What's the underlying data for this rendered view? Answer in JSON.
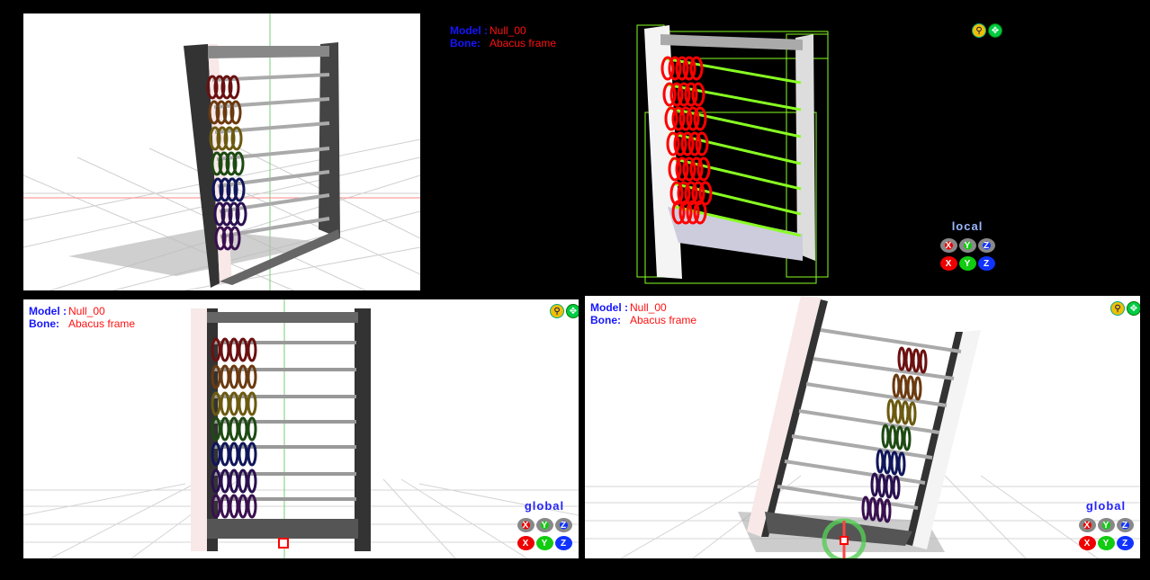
{
  "viewports": {
    "top_right": {
      "model_label": "Model :",
      "model_value": "Null_00",
      "bone_label": "Bone:",
      "bone_value": "Abacus frame",
      "mode": "local"
    },
    "bottom_left": {
      "model_label": "Model :",
      "model_value": "Null_00",
      "bone_label": "Bone:",
      "bone_value": "Abacus frame",
      "mode": "global"
    },
    "bottom_right": {
      "model_label": "Model :",
      "model_value": "Null_00",
      "bone_label": "Bone:",
      "bone_value": "Abacus frame",
      "mode": "global"
    }
  },
  "axis_labels": {
    "x": "X",
    "y": "Y",
    "z": "Z"
  },
  "icons": {
    "zoom": "magnifier-icon",
    "move": "move-arrows-icon"
  },
  "bead_colors": [
    "#6b1010",
    "#6b3a10",
    "#6b5a10",
    "#1e4a12",
    "#10165a",
    "#2a1050",
    "#3a1050"
  ],
  "selection_color": "#ff0000",
  "wireframe_color": "#88ff22"
}
